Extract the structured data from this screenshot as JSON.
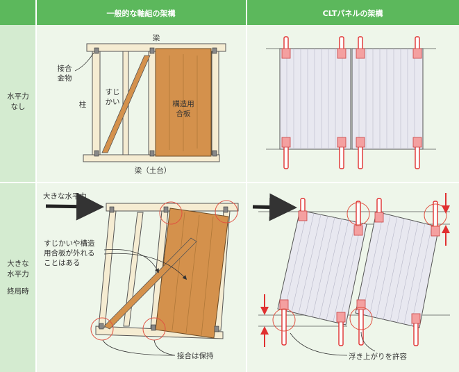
{
  "headers": {
    "conventional": "一般的な軸組の架構",
    "clt": "CLTパネルの架構"
  },
  "rows": {
    "no_force": [
      "水平力",
      "なし"
    ],
    "large_force": [
      "大きな",
      "水平力",
      "",
      "終局時"
    ]
  },
  "labels": {
    "beam": "梁",
    "joint_hardware": [
      "接合",
      "金物"
    ],
    "column": "柱",
    "brace": [
      "すじ",
      "かい"
    ],
    "structural_plywood": [
      "構造用",
      "合板"
    ],
    "sill": "梁（土台）",
    "large_horizontal_force": "大きな水平力",
    "detach_note": [
      "すじかいや構造",
      "用合板が外れる",
      "ことはある"
    ],
    "joints_kept": "接合は保持",
    "uplift_allowed": "浮き上がりを許容"
  },
  "colors": {
    "header_bg": "#5cb85c",
    "row_label_bg": "#d4ebd0",
    "cell_bg": "#eef6ea",
    "timber": "#f5ecd2",
    "plywood": "#d4914c",
    "clt_panel": "#e8e8f0",
    "anchor_red": "#e03030",
    "anchor_pink": "#f4a0a0"
  }
}
